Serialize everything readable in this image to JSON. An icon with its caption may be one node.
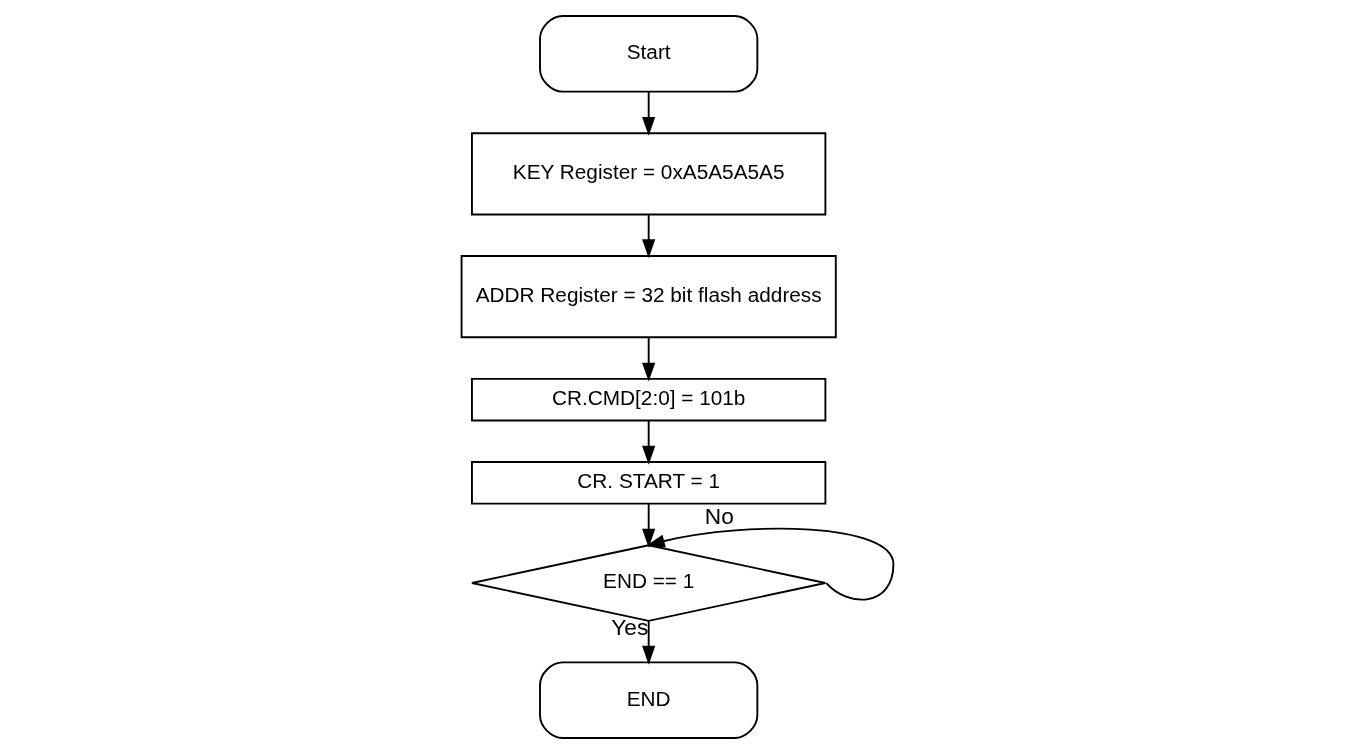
{
  "diagram": {
    "nodes": [
      {
        "text": [
          "Start"
        ]
      },
      {
        "text": [
          "KEY Register = 0xA5A5A5A5"
        ]
      },
      {
        "text": [
          "ADDR Register = 32 bit flash address"
        ]
      },
      {
        "text": [
          "CR.CMD[2:0] = 101b"
        ]
      },
      {
        "text": [
          "CR. START = 1"
        ]
      },
      {
        "text": [
          "END == 1"
        ]
      },
      {
        "text": [
          "END"
        ]
      }
    ],
    "edges": [
      {
        "from": 0,
        "to": 1,
        "arrow": "to"
      },
      {
        "from": 1,
        "to": 2,
        "arrow": "to"
      },
      {
        "from": 2,
        "to": 3,
        "arrow": "to"
      },
      {
        "from": 3,
        "to": 4,
        "arrow": "to"
      },
      {
        "from": 4,
        "to": 5,
        "arrow": "to"
      },
      {
        "from": 5,
        "to": 5,
        "label": "No",
        "arrow": "to"
      },
      {
        "from": 5,
        "to": 6,
        "label": "Yes",
        "arrow": "to"
      }
    ]
  }
}
